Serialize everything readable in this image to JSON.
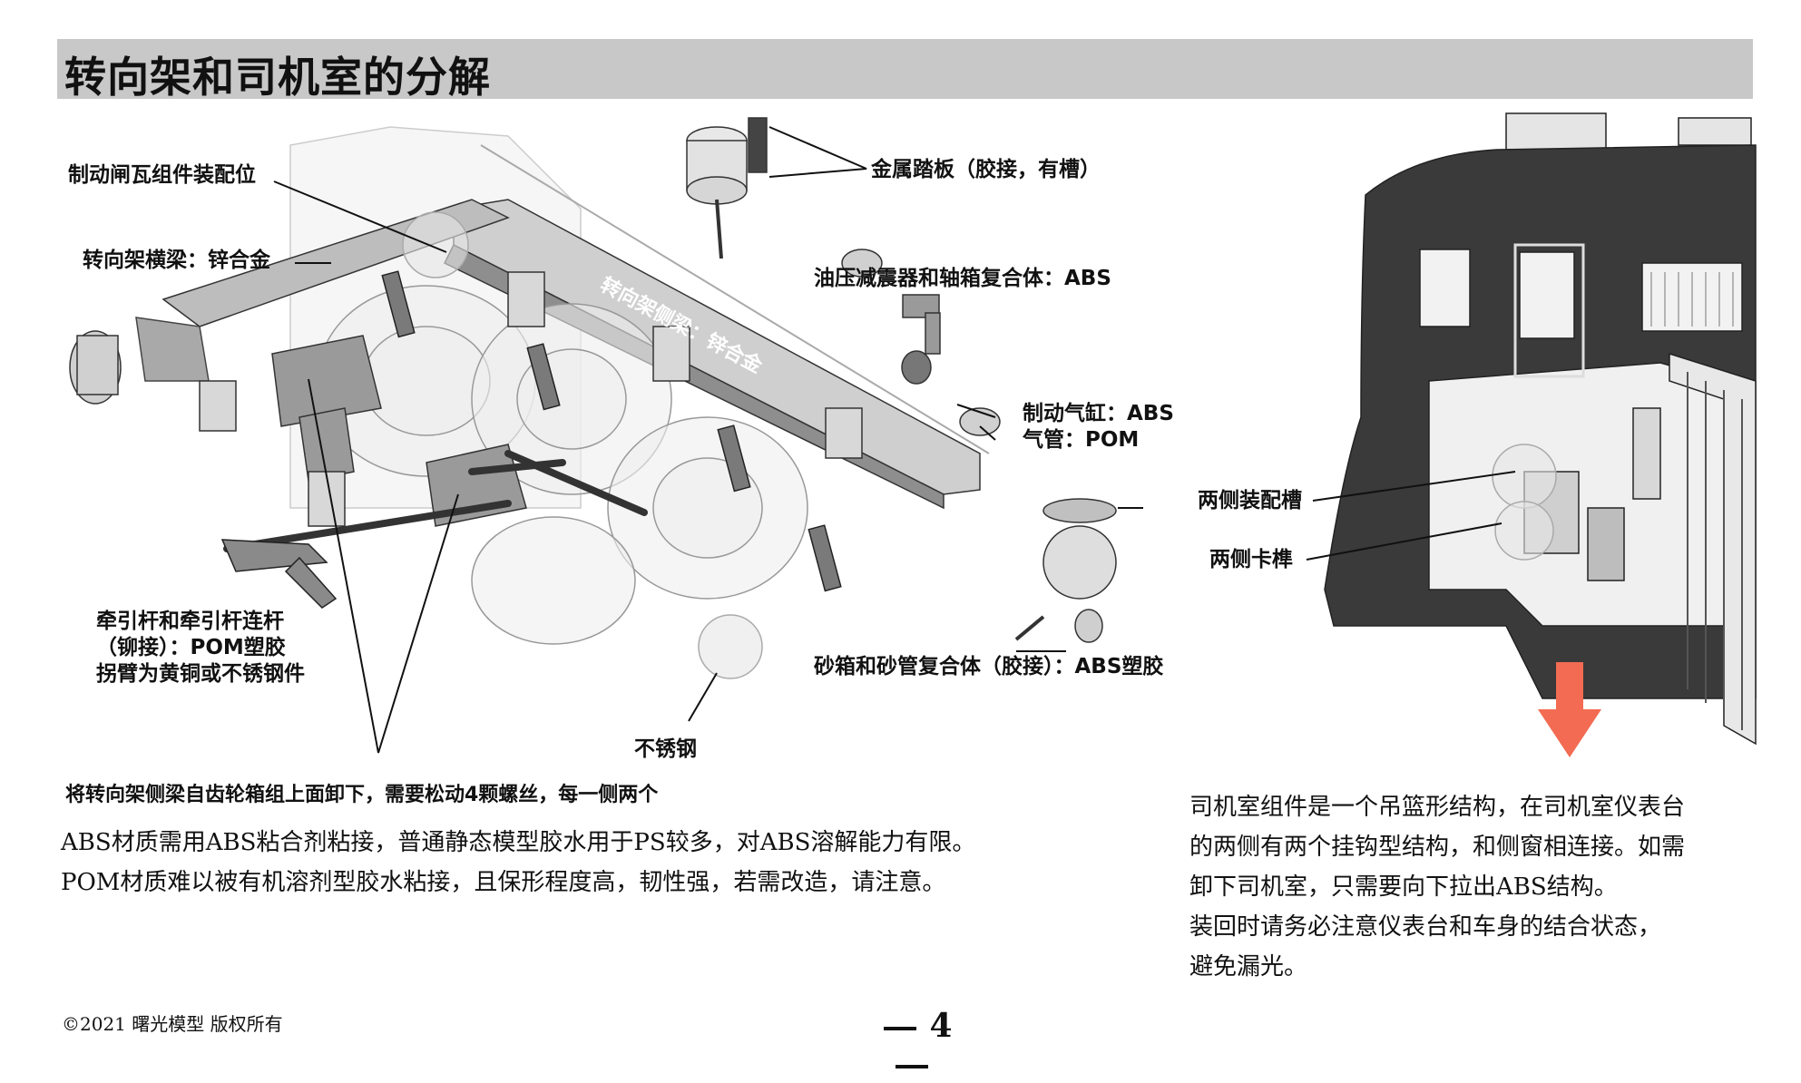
{
  "title": "转向架和司机室的分解",
  "labels": {
    "brake_shoe": "制动闸瓦组件装配位",
    "crossbeam": "转向架横梁：锌合金",
    "side_beam": "转向架侧梁：锌合金",
    "metal_step": "金属踏板（胶接，有槽）",
    "damper": "油压减震器和轴箱复合体：ABS",
    "brake_cylinder": "制动气缸：ABS",
    "air_pipe": "气管：POM",
    "traction_line1": "牵引杆和牵引杆连杆",
    "traction_line2": "（铆接）：POM塑胶",
    "traction_line3": "拐臂为黄铜或不锈钢件",
    "sandbox": "砂箱和砂管复合体（胶接）：ABS塑胶",
    "stainless": "不锈钢",
    "remove_note": "将转向架侧梁自齿轮箱组上面卸下，需要松动4颗螺丝，每一侧两个",
    "mount_slot": "两侧装配槽",
    "tenon": "两侧卡榫"
  },
  "notes": {
    "left": [
      "ABS材质需用ABS粘合剂粘接，普通静态模型胶水用于PS较多，对ABS溶解能力有限。",
      "POM材质难以被有机溶剂型胶水粘接，且保形程度高，韧性强，若需改造，请注意。"
    ],
    "right": [
      "司机室组件是一个吊篮形结构，在司机室仪表台",
      "的两侧有两个挂钩型结构，和侧窗相连接。如需",
      "卸下司机室，只需要向下拉出ABS结构。",
      "装回时请务必注意仪表台和车身的结合状态，",
      "避免漏光。"
    ]
  },
  "footer": {
    "copyright": "©2021 曙光模型 版权所有",
    "page": "4"
  },
  "colors": {
    "header_bg": "#c8c8c8",
    "arrow": "#f26b52",
    "cab_body": "#3a3a3a"
  }
}
